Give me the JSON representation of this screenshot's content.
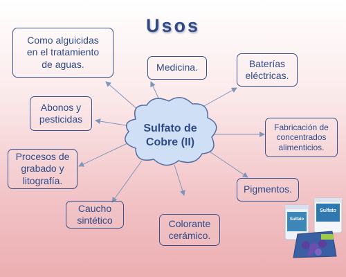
{
  "slide": {
    "title": "Usos",
    "center": "Sulfato de\nCobre (II)",
    "uses": [
      "Como alguicidas\nen el tratamiento\nde aguas.",
      "Medicina.",
      "Baterías\neléctricas.",
      "Abonos y\npesticidas",
      "Fabricación de\nconcentrados\nalimenticios.",
      "Procesos de\ngrabado y\nlitografía.",
      "Pigmentos.",
      "Caucho\nsintético",
      "Colorante\ncerámico."
    ],
    "product_labels": [
      "Sulfato",
      "Sulfato"
    ]
  },
  "colors": {
    "text": "#2e4a88",
    "box_border": "#35508a",
    "arrow": "#7f95b8",
    "cloud_fill": "#cfe0f6",
    "cloud_border": "#4f6aa0",
    "background_top": "#ffffff",
    "background_bottom": "#ecafb2"
  }
}
